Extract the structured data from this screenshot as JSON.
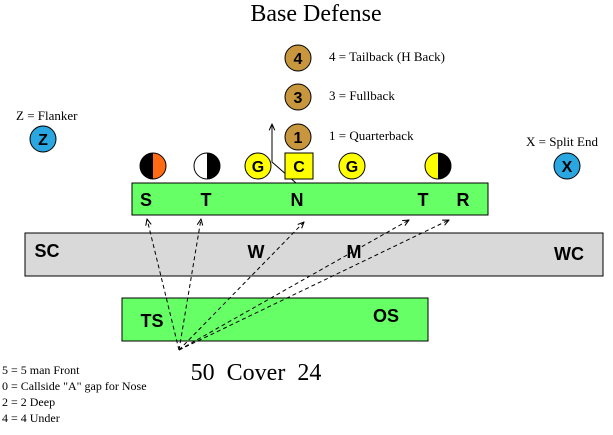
{
  "title": "Base Defense",
  "backs": [
    {
      "num": "4",
      "label": "4 = Tailback (H Back)"
    },
    {
      "num": "3",
      "label": "3 = Fullback"
    },
    {
      "num": "1",
      "label": "1 = Quarterback"
    }
  ],
  "flanker": {
    "letter": "Z",
    "label": "Z = Flanker"
  },
  "split_end": {
    "letter": "X",
    "label": "X = Split End"
  },
  "offensive_line": {
    "guard_left": "G",
    "center": "C",
    "guard_right": "G"
  },
  "front_row": {
    "s": "S",
    "t1": "T",
    "n": "N",
    "t2": "T",
    "r": "R"
  },
  "middle_row": {
    "sc": "SC",
    "w": "W",
    "m": "M",
    "wc": "WC"
  },
  "back_row": {
    "ts": "TS",
    "os": "OS"
  },
  "call": "50  Cover  24",
  "legend": [
    "5 = 5 man Front",
    "0 = Callside \"A\" gap for Nose",
    "2 = 2 Deep",
    "4 = 4 Under"
  ],
  "colors": {
    "field_green": "#66ff66",
    "gray_band": "#d9d9d9",
    "back_brown": "#c8963c",
    "receiver_blue": "#2aa6e0",
    "guard_yellow": "#ffff00",
    "tackle_orange": "#ff6a13"
  }
}
